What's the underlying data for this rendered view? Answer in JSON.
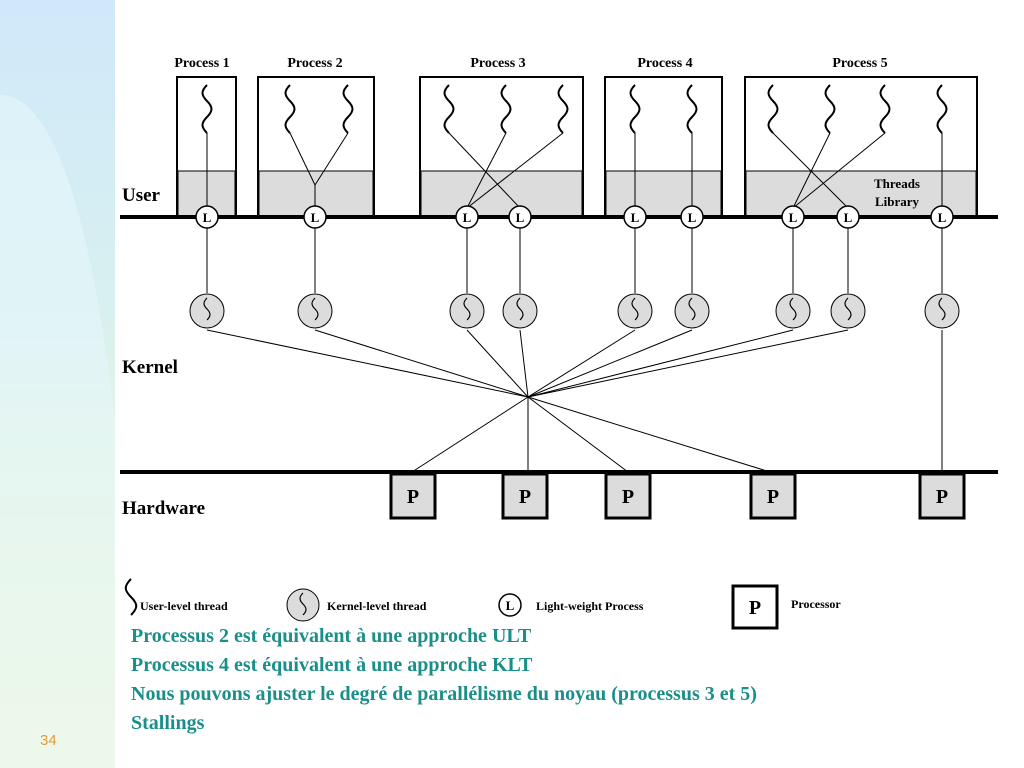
{
  "diagram": {
    "processes": [
      {
        "label": "Process 1"
      },
      {
        "label": "Process 2"
      },
      {
        "label": "Process 3"
      },
      {
        "label": "Process 4"
      },
      {
        "label": "Process 5"
      }
    ],
    "threads_library": {
      "line1": "Threads",
      "line2": "Library"
    },
    "layers": {
      "user": "User",
      "kernel": "Kernel",
      "hardware": "Hardware"
    },
    "lwp_letter": "L",
    "processor_letter": "P",
    "legend": {
      "user_thread": "User-level thread",
      "kernel_thread": "Kernel-level thread",
      "lwp": "Light-weight Process",
      "processor": "Processor"
    },
    "colors": {
      "accent": "#1a8f8a",
      "shade": "#dcdcdc",
      "slide_number": "#e39a3b"
    }
  },
  "captions": [
    "Processus 2 est équivalent à une approche ULT",
    "Processus 4 est équivalent à une approche KLT",
    "Nous pouvons ajuster le degré de parallélisme du noyau (processus 3 et 5)",
    "Stallings"
  ],
  "slide_number": "34"
}
